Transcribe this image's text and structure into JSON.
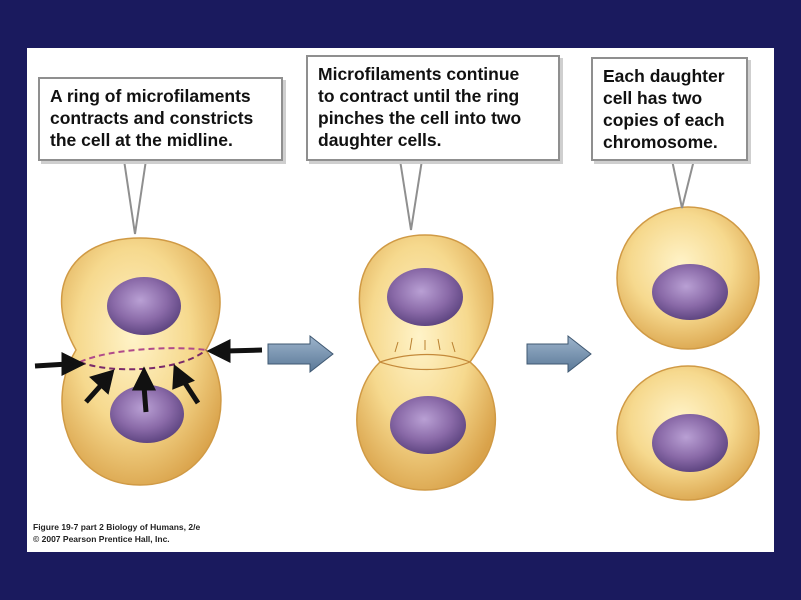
{
  "callouts": {
    "step1": {
      "lines": [
        "A ring of microfilaments",
        "contracts and constricts",
        "the cell at the midline."
      ]
    },
    "step2": {
      "lines": [
        "Microfilaments continue",
        "to contract until the ring",
        "pinches the cell into two",
        "daughter cells."
      ]
    },
    "step3": {
      "lines": [
        "Each daughter",
        "cell has two",
        "copies of each",
        "chromosome."
      ]
    }
  },
  "credit": {
    "lines": [
      "Figure 19-7 part 2  Biology of Humans, 2/e",
      "© 2007 Pearson Prentice Hall, Inc."
    ]
  },
  "colors": {
    "background": "#1a1a5e",
    "cytoplasm": "#f2c97a",
    "cytoplasm_edge": "#d9a24a",
    "nucleus": "#8a6aa8",
    "ring": "#b04a8a",
    "progress_arrow": "#6f8fae"
  }
}
